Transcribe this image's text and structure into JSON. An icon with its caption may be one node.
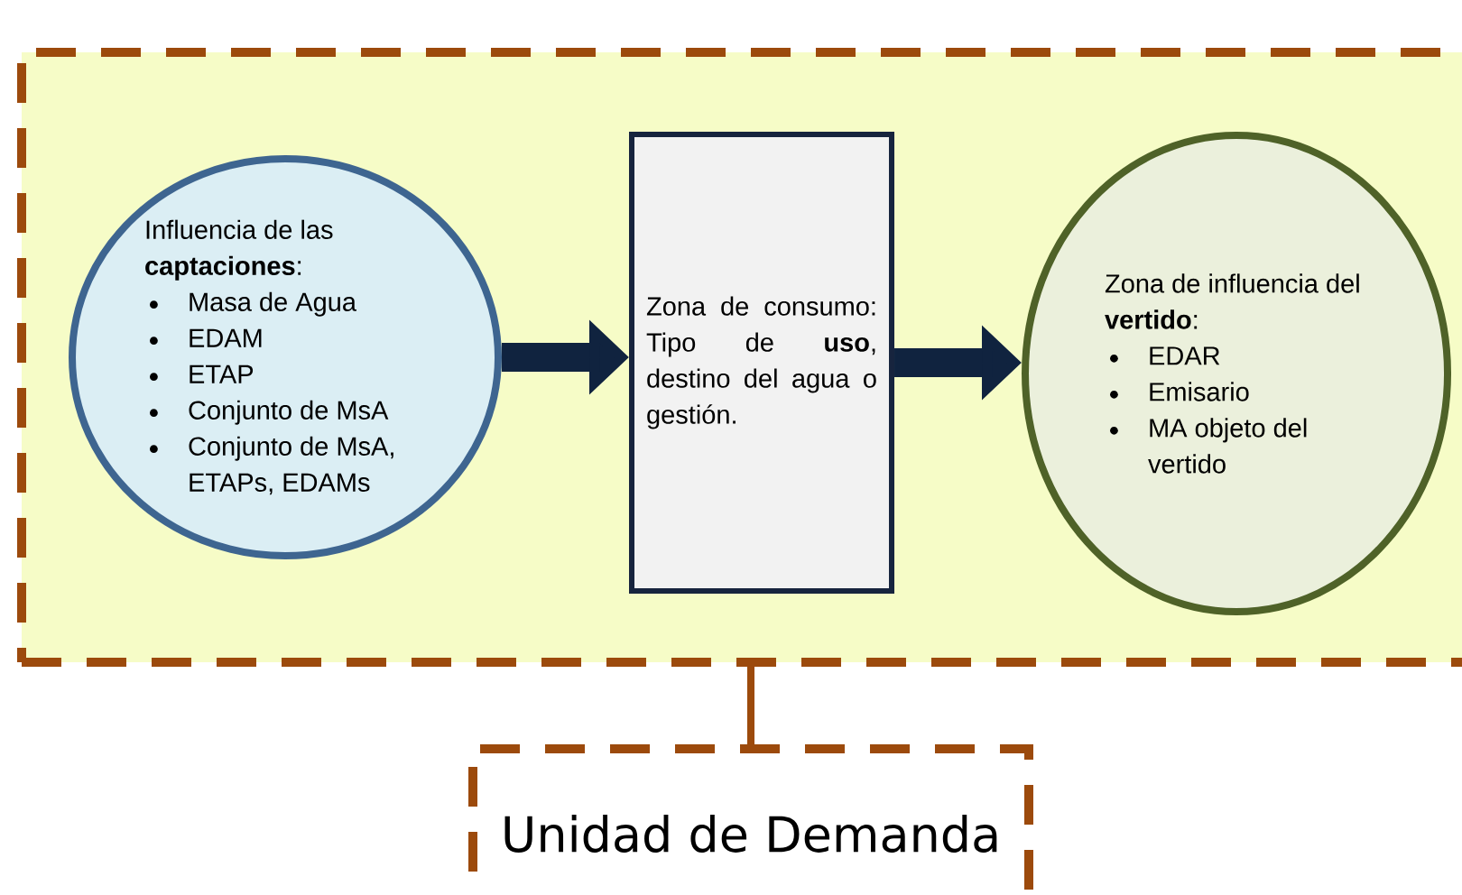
{
  "diagram": {
    "nodes": [
      {
        "text": [],
        "shape": "box"
      },
      {
        "text": [
          "Influencia de las **captaciones**:",
          "Masa de Agua",
          "EDAM",
          "ETAP",
          "Conjunto de MsA",
          "Conjunto de MsA, ETAPs, EDAMs"
        ],
        "in": 0
      },
      {
        "text": [
          "Zona de consumo: Tipo de **uso**, destino del agua o gestión."
        ],
        "in": 0
      },
      {
        "text": [
          "Zona de influencia del **vertido**:",
          "EDAR",
          "Emisario",
          "MA objeto del vertido"
        ],
        "in": 0
      },
      {
        "text": [
          "Unidad de Demanda"
        ]
      }
    ],
    "edges": [
      {
        "from": 1,
        "to": 2,
        "arrow": "to"
      },
      {
        "from": 2,
        "to": 3,
        "arrow": "to"
      },
      {
        "from": 0,
        "to": 4,
        "arrow": "none",
        "color": "#9c4a0c"
      }
    ]
  }
}
